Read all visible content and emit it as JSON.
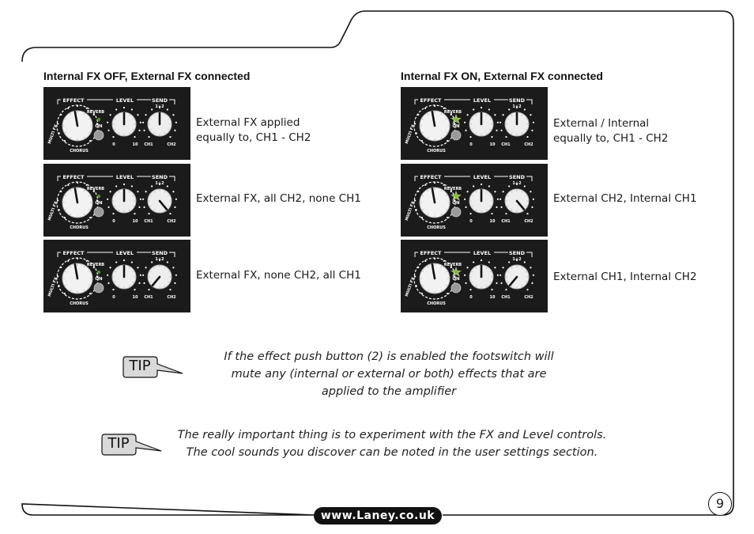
{
  "left_section": {
    "heading": "Internal FX OFF, External FX connected",
    "panels": [
      {
        "caption_lines": [
          "External FX applied",
          "equally to, CH1 - CH2"
        ],
        "send_position": "center",
        "led_on": false
      },
      {
        "caption_lines": [
          "External FX, all CH2, none CH1"
        ],
        "send_position": "ch2",
        "led_on": false
      },
      {
        "caption_lines": [
          "External FX, none CH2, all CH1"
        ],
        "send_position": "ch1",
        "led_on": false
      }
    ]
  },
  "right_section": {
    "heading": "Internal FX ON, External FX connected",
    "panels": [
      {
        "caption_lines": [
          "External / Internal",
          "equally to, CH1 - CH2"
        ],
        "send_position": "center",
        "led_on": true
      },
      {
        "caption_lines": [
          "External CH2, Internal CH1"
        ],
        "send_position": "ch2",
        "led_on": true
      },
      {
        "caption_lines": [
          "External CH1, Internal CH2"
        ],
        "send_position": "ch1",
        "led_on": true
      }
    ]
  },
  "panel_labels": {
    "effect": "EFFECT",
    "level": "LEVEL",
    "send": "SEND",
    "send_sub": "1+2",
    "on": "ON",
    "reverb": "REVERB",
    "multi": "MULTI FX",
    "chorus": "CHORUS",
    "level_min": "0",
    "level_max": "10",
    "send_left": "CH1",
    "send_right": "CH2"
  },
  "tips": [
    {
      "label": "TIP",
      "lines": [
        "If the effect push button (2) is enabled the footswitch will",
        "mute any (internal or external or both) effects that are",
        "applied to the amplifier"
      ]
    },
    {
      "label": "TIP",
      "lines": [
        "The really important thing is to experiment with the FX and Level controls.",
        "The cool sounds you discover can be noted in the user settings section."
      ]
    }
  ],
  "footer": {
    "website": "www.Laney.co.uk",
    "page_number": "9"
  },
  "colors": {
    "panel_bg": "#1b1b1b",
    "led_off": "#9a9a9a",
    "led_on": "#7bbf3a",
    "tip_badge": "#d9d9d9"
  }
}
